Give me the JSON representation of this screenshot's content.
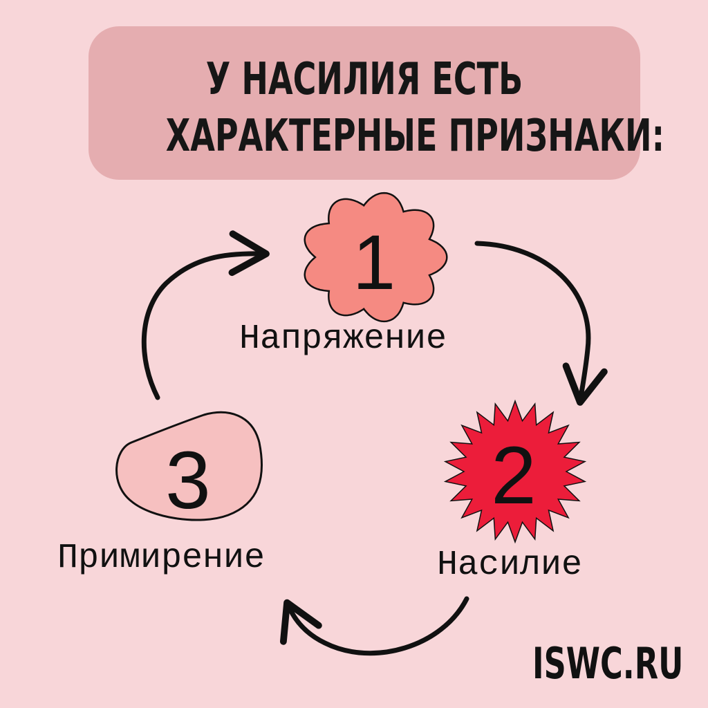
{
  "title": {
    "line1": "У НАСИЛИЯ ЕСТЬ",
    "line2": "ХАРАКТЕРНЫЕ ПРИЗНАКИ:"
  },
  "stages": [
    {
      "number": "1",
      "label": "Напряжение"
    },
    {
      "number": "2",
      "label": "Насилие"
    },
    {
      "number": "3",
      "label": "Примирение"
    }
  ],
  "brand": "ISWC.RU",
  "colors": {
    "background": "#f8d6d9",
    "banner": "#e5adb0",
    "stage1": "#f58a82",
    "stage2": "#ec1d3a",
    "stage3": "#f6c0c0",
    "ink": "#111111"
  },
  "icons": [
    "flower-shape",
    "starburst-shape",
    "blob-shape",
    "cycle-arrow"
  ]
}
